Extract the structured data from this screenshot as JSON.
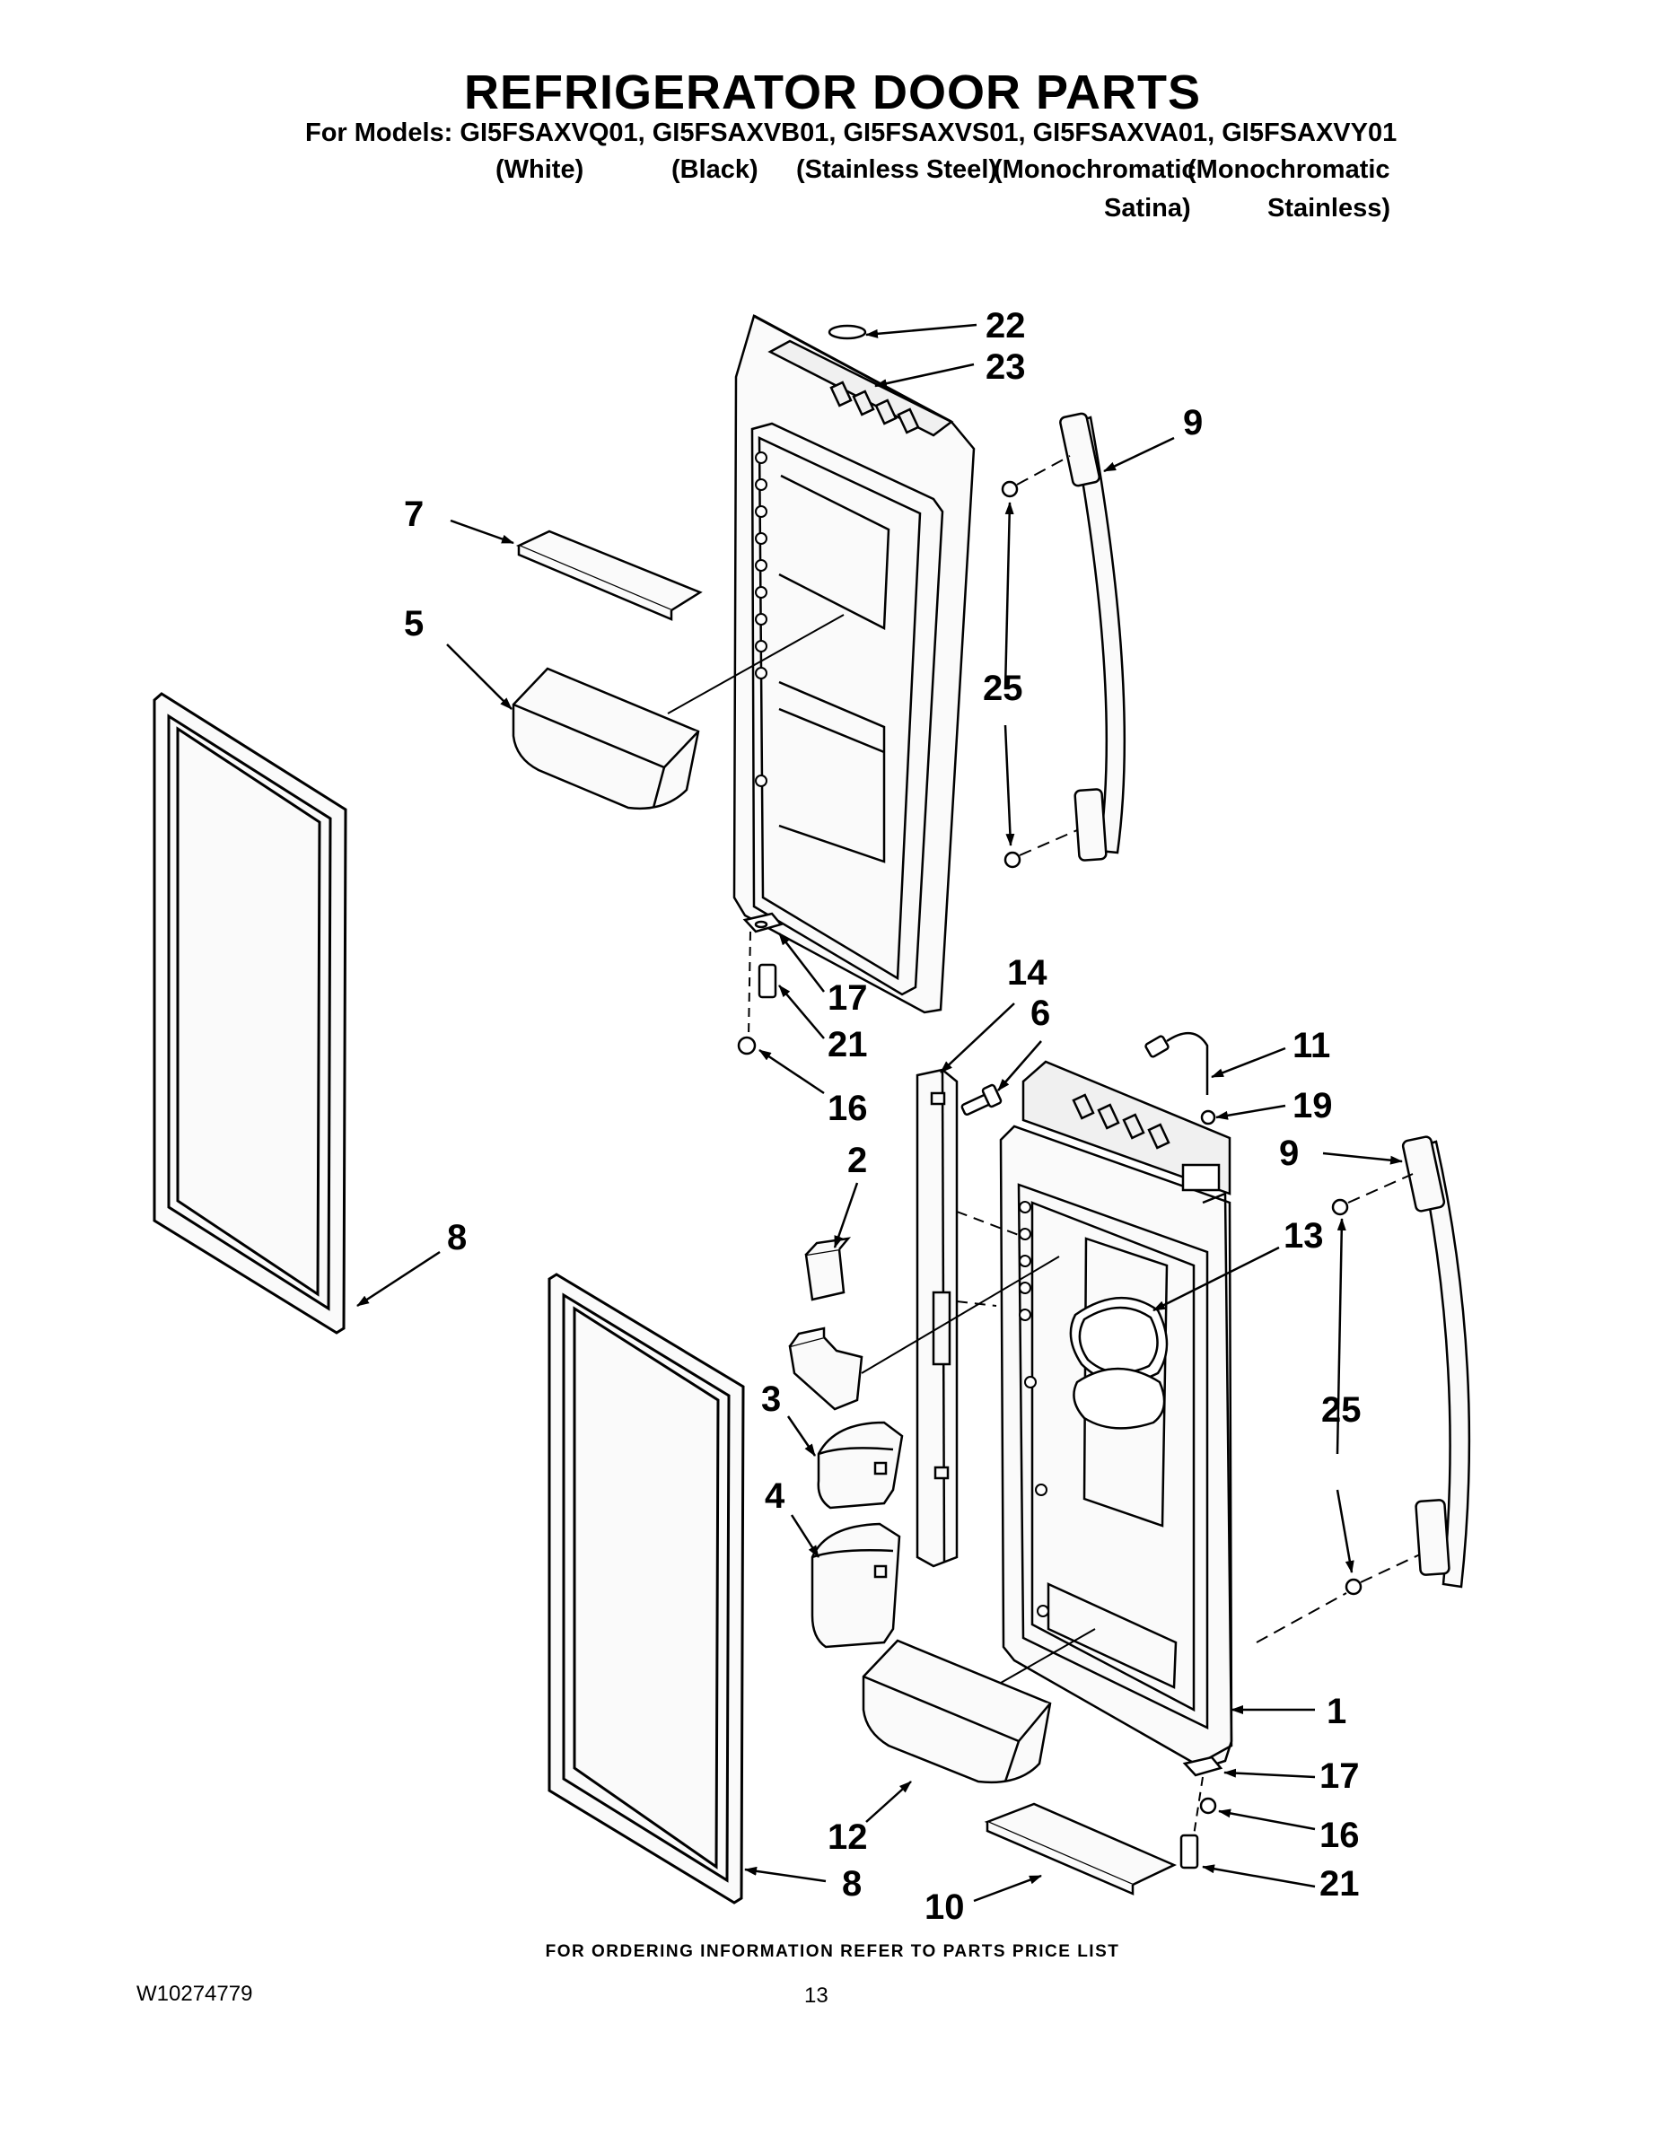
{
  "title": "REFRIGERATOR DOOR PARTS",
  "models_line": "For Models: GI5FSAXVQ01, GI5FSAXVB01, GI5FSAXVS01, GI5FSAXVA01, GI5FSAXVY01",
  "colors": {
    "white": "(White)",
    "black": "(Black)",
    "stainless": "(Stainless Steel)",
    "mono_satina_1": "(Monochromatic",
    "mono_satina_2": "Satina)",
    "mono_stainless_1": "(Monochromatic",
    "mono_stainless_2": "Stainless)"
  },
  "callouts": {
    "c22": "22",
    "c23": "23",
    "c9a": "9",
    "c7": "7",
    "c5": "5",
    "c25a": "25",
    "c17a": "17",
    "c21a": "21",
    "c16a": "16",
    "c14": "14",
    "c6": "6",
    "c11": "11",
    "c19": "19",
    "c9b": "9",
    "c2": "2",
    "c8a": "8",
    "c13": "13",
    "c3": "3",
    "c25b": "25",
    "c4": "4",
    "c1": "1",
    "c17b": "17",
    "c16b": "16",
    "c12": "12",
    "c21b": "21",
    "c8b": "8",
    "c10": "10"
  },
  "footer": {
    "note": "FOR ORDERING INFORMATION REFER TO PARTS PRICE LIST",
    "doc_number": "W10274779",
    "page_number": "13"
  }
}
